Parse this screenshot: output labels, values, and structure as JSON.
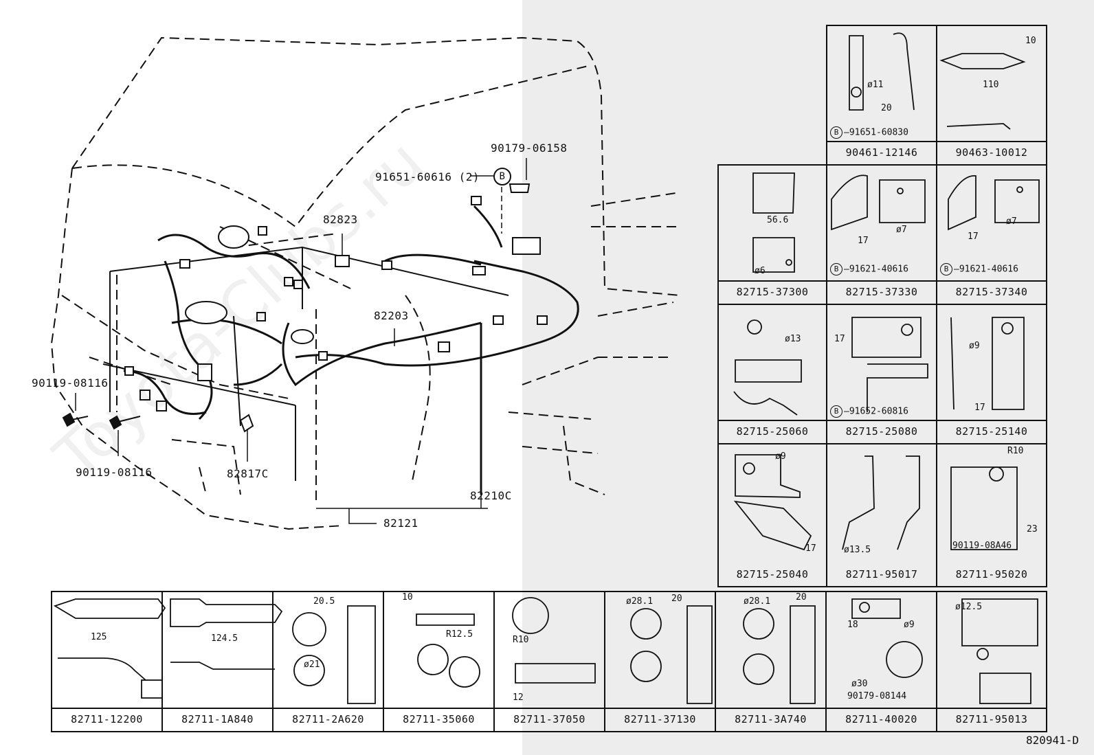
{
  "watermark": "Toyota-Clubs.ru",
  "figure_code": "820941-D",
  "callouts": {
    "bolt_upper": "90119-08116",
    "bolt_lower": "90119-08116",
    "nut": "90179-06158",
    "clip_b_qty": "91651-60616 (2)",
    "clamp_82823": "82823",
    "wire_82203": "82203",
    "clamp_82817c": "82817C",
    "relay_82210c": "82210C",
    "harness_82121": "82121",
    "marker_b": "B"
  },
  "parts_grid": [
    {
      "id": "c1",
      "part": "90461-12146",
      "dims": [
        "ø11",
        "20"
      ],
      "note_b": "91651-60830"
    },
    {
      "id": "c2",
      "part": "90463-10012",
      "dims": [
        "10",
        "110"
      ]
    },
    {
      "id": "c3",
      "part": "82715-37300",
      "dims": [
        "56.6",
        "ø6"
      ]
    },
    {
      "id": "c4",
      "part": "82715-37330",
      "dims": [
        "17",
        "ø7"
      ],
      "note_b": "91621-40616"
    },
    {
      "id": "c5",
      "part": "82715-37340",
      "dims": [
        "17",
        "ø7"
      ],
      "note_b": "91621-40616"
    },
    {
      "id": "c6",
      "part": "82715-25060",
      "dims": [
        "ø13"
      ]
    },
    {
      "id": "c7",
      "part": "82715-25080",
      "dims": [
        "17"
      ],
      "note_b": "91652-60816"
    },
    {
      "id": "c8",
      "part": "82715-25140",
      "dims": [
        "ø9",
        "17"
      ]
    },
    {
      "id": "c9",
      "part": "82715-25040",
      "dims": [
        "ø9",
        "17"
      ]
    },
    {
      "id": "c10",
      "part": "82711-95017",
      "dims": [
        "ø13.5"
      ]
    },
    {
      "id": "c11",
      "part": "82711-95020",
      "dims": [
        "R10",
        "23"
      ],
      "note": "90119-08A46"
    },
    {
      "id": "b1",
      "part": "82711-12200",
      "dims": [
        "125"
      ]
    },
    {
      "id": "b2",
      "part": "82711-1A840",
      "dims": [
        "124.5"
      ]
    },
    {
      "id": "b3",
      "part": "82711-2A620",
      "dims": [
        "20.5",
        "ø21"
      ]
    },
    {
      "id": "b4",
      "part": "82711-35060",
      "dims": [
        "10",
        "R12.5"
      ]
    },
    {
      "id": "b5",
      "part": "82711-37050",
      "dims": [
        "R10",
        "12"
      ]
    },
    {
      "id": "b6",
      "part": "82711-37130",
      "dims": [
        "ø28.1",
        "20"
      ]
    },
    {
      "id": "b7",
      "part": "82711-3A740",
      "dims": [
        "ø28.1",
        "20"
      ]
    },
    {
      "id": "b8",
      "part": "82711-40020",
      "dims": [
        "18",
        "ø9",
        "ø30"
      ],
      "note": "90179-08144"
    },
    {
      "id": "b9",
      "part": "82711-95013",
      "dims": [
        "ø12.5"
      ]
    }
  ]
}
